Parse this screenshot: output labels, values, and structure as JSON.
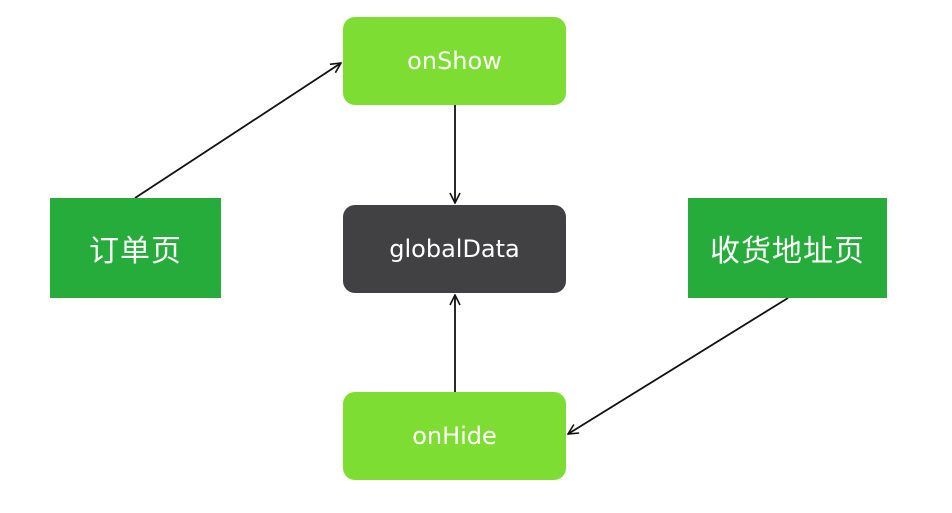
{
  "colors": {
    "lifecycle_node": "#7edd33",
    "data_node": "#414042",
    "page_node": "#26ac3a",
    "text": "#ffffff",
    "edge": "#111111"
  },
  "nodes": {
    "onshow": {
      "label": "onShow"
    },
    "globaldata": {
      "label": "globalData"
    },
    "onhide": {
      "label": "onHide"
    },
    "order_page": {
      "label": "订单页"
    },
    "address_page": {
      "label": "收货地址页"
    }
  },
  "edges": [
    {
      "from": "order_page",
      "to": "onshow"
    },
    {
      "from": "onshow",
      "to": "globaldata"
    },
    {
      "from": "onhide",
      "to": "globaldata"
    },
    {
      "from": "address_page",
      "to": "onhide"
    }
  ]
}
